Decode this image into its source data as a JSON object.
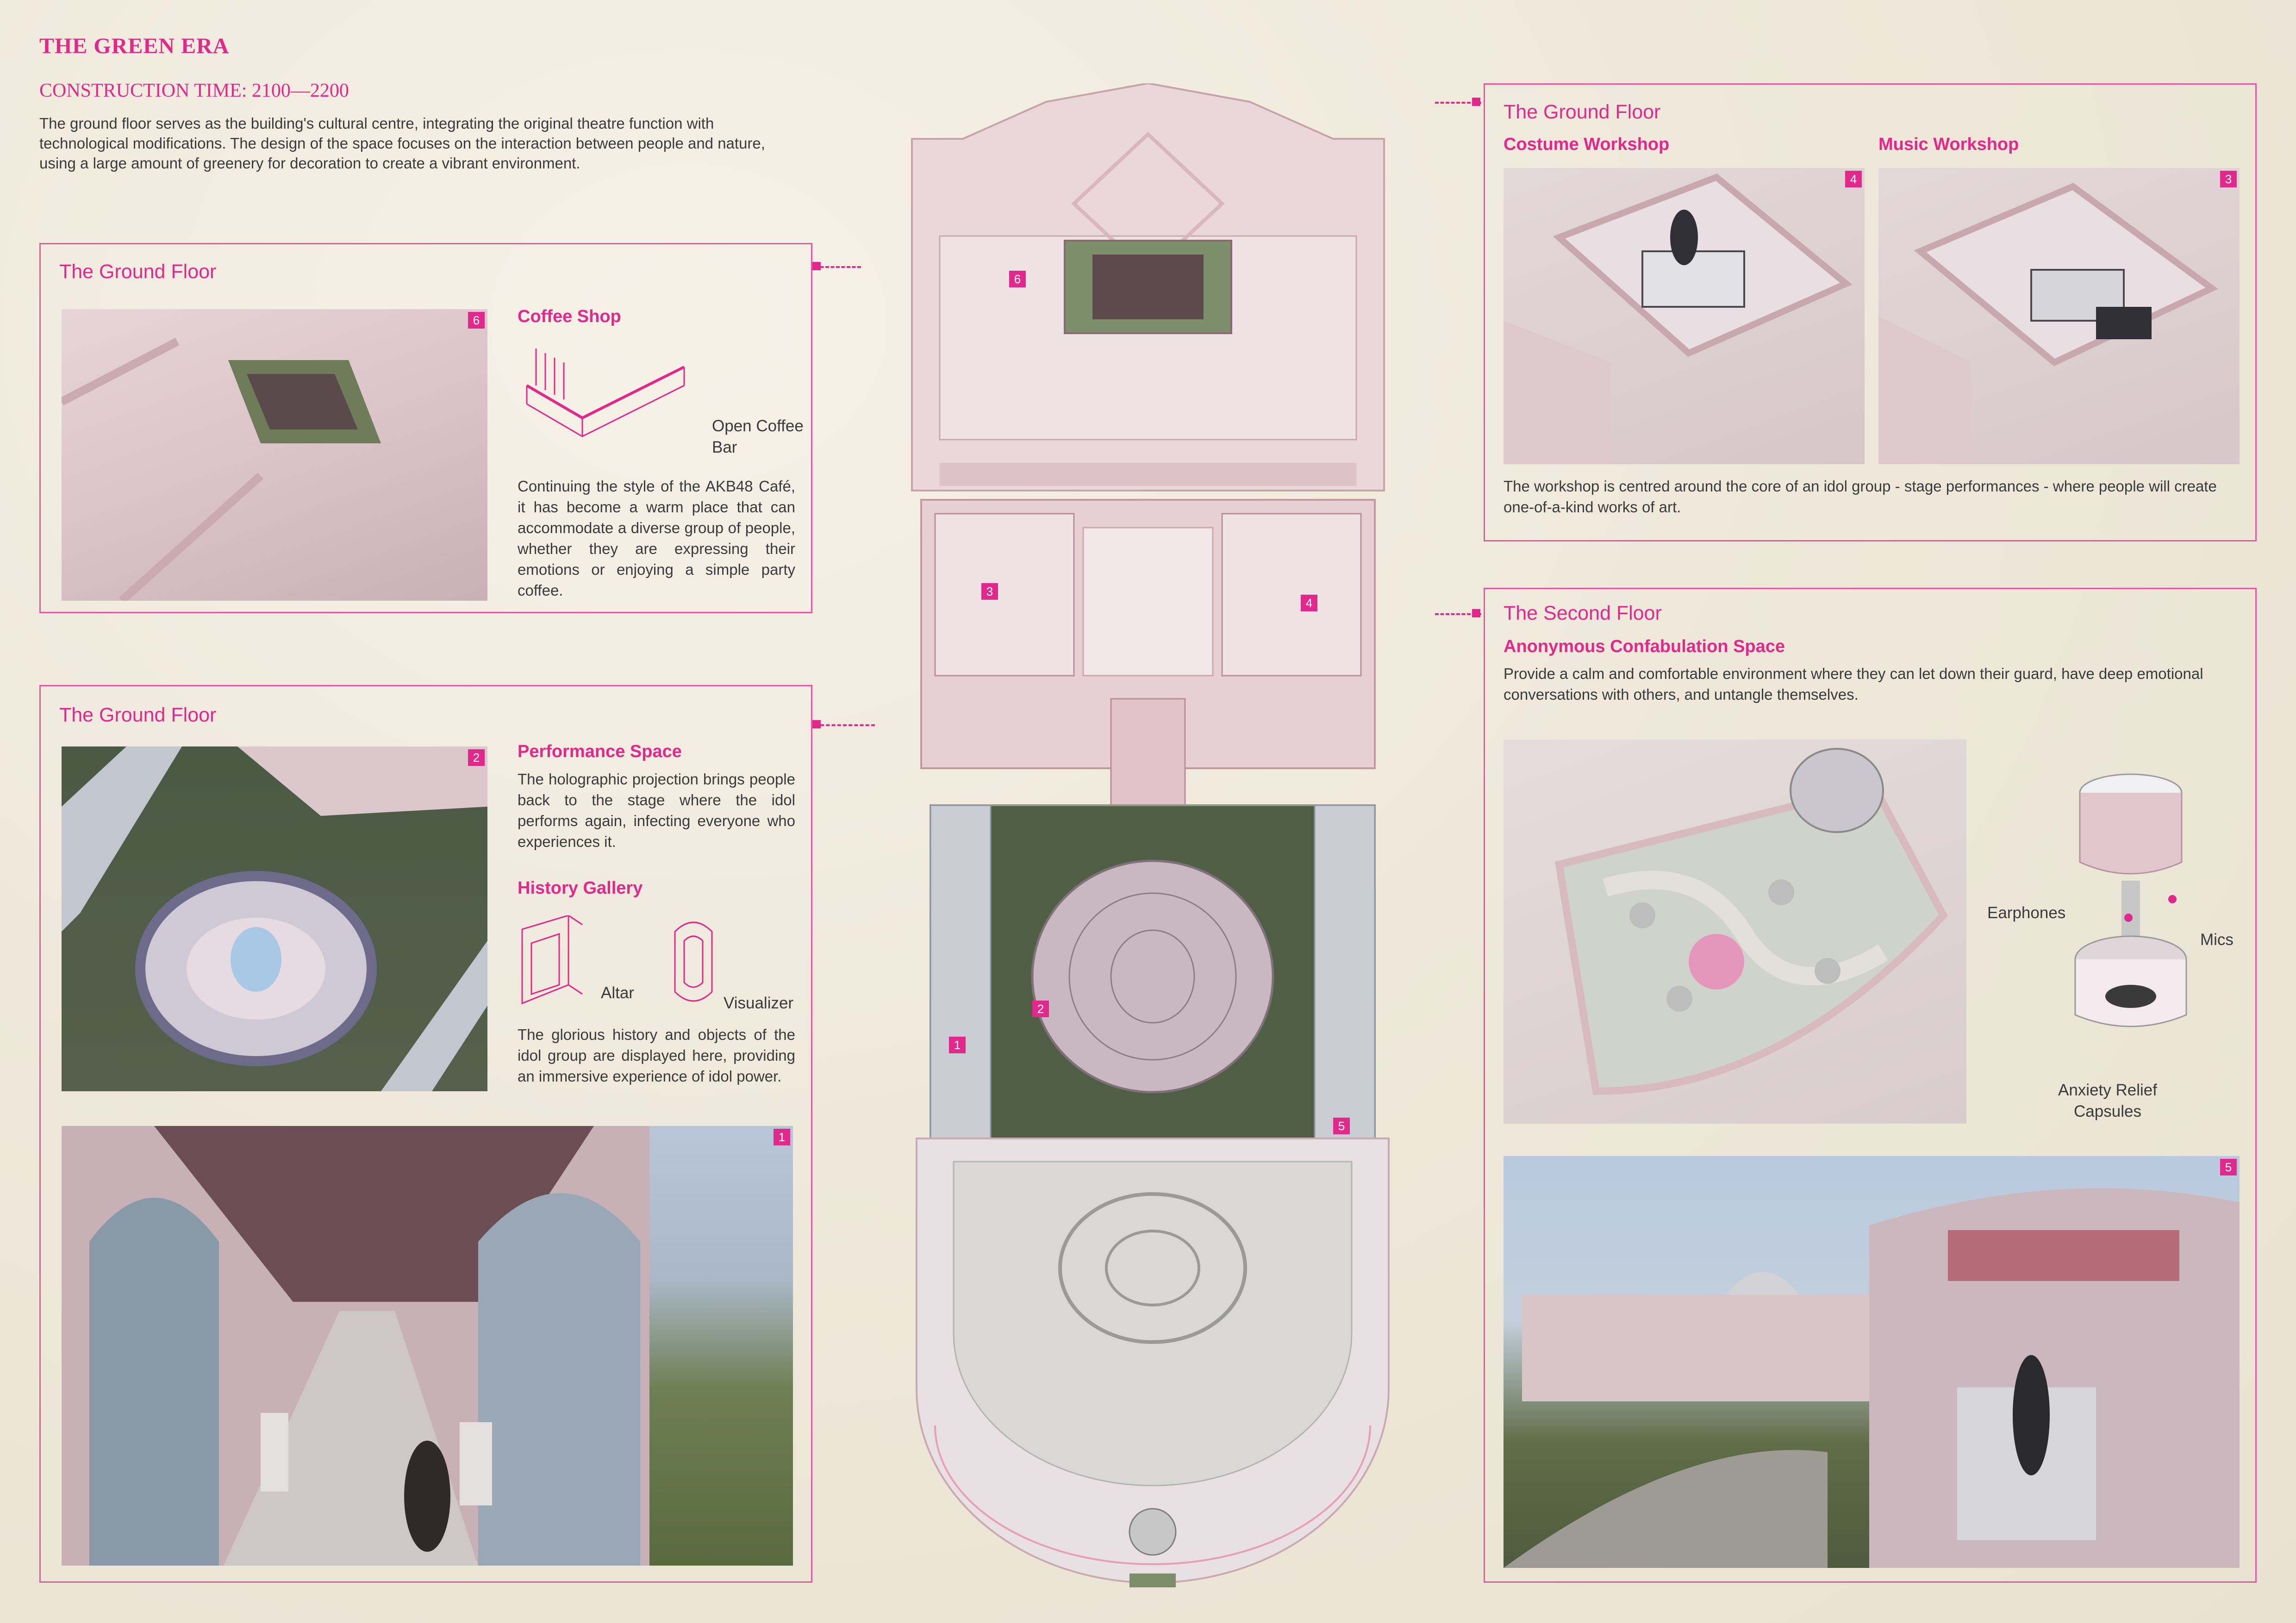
{
  "header": {
    "title": "THE GREEN ERA",
    "construction": "CONSTRUCTION TIME: 2100—2200",
    "intro": "The ground floor serves as the building's cultural centre, integrating the original theatre function with technological modifications. The design of the space focuses on the interaction between people and nature, using a large amount of greenery for decoration to create a vibrant environment."
  },
  "panel_coffee": {
    "title": "The Ground Floor",
    "tag": "6",
    "heading": "Coffee Shop",
    "diagram_label": "Open Coffee Bar",
    "text": "Continuing the style of the AKB48 Café, it has become a warm place that can accommodate a diverse group of people, whether they are expressing their emotions or enjoying a simple party coffee."
  },
  "panel_performance": {
    "title": "The Ground Floor",
    "tag_a": "2",
    "tag_b": "1",
    "heading_a": "Performance Space",
    "text_a": "The holographic projection brings people back to the stage where the idol performs again, infecting everyone who experiences it.",
    "heading_b": "History Gallery",
    "label_altar": "Altar",
    "label_visualizer": "Visualizer",
    "text_b": "The glorious history and objects of the idol group are displayed here, providing an immersive experience of idol power."
  },
  "panel_workshop": {
    "title": "The Ground Floor",
    "heading_a": "Costume Workshop",
    "heading_b": "Music Workshop",
    "tag_a": "4",
    "tag_b": "3",
    "text": "The workshop is centred around the core of an idol group - stage performances - where people will create one-of-a-kind works of art."
  },
  "panel_second": {
    "title": "The Second Floor",
    "heading": "Anonymous Confabulation Space",
    "text": "Provide a calm and comfortable environment where they can let down their guard, have deep emotional conversations with others, and untangle themselves.",
    "label_earphones": "Earphones",
    "label_mics": "Mics",
    "label_capsules": "Anxiety Relief Capsules",
    "tag": "5"
  },
  "plan_tags": [
    "6",
    "3",
    "4",
    "2",
    "1",
    "5"
  ],
  "colors": {
    "accent": "#e0298a",
    "plan_pink": "#e8c9cf",
    "text": "#3a3a3a"
  }
}
